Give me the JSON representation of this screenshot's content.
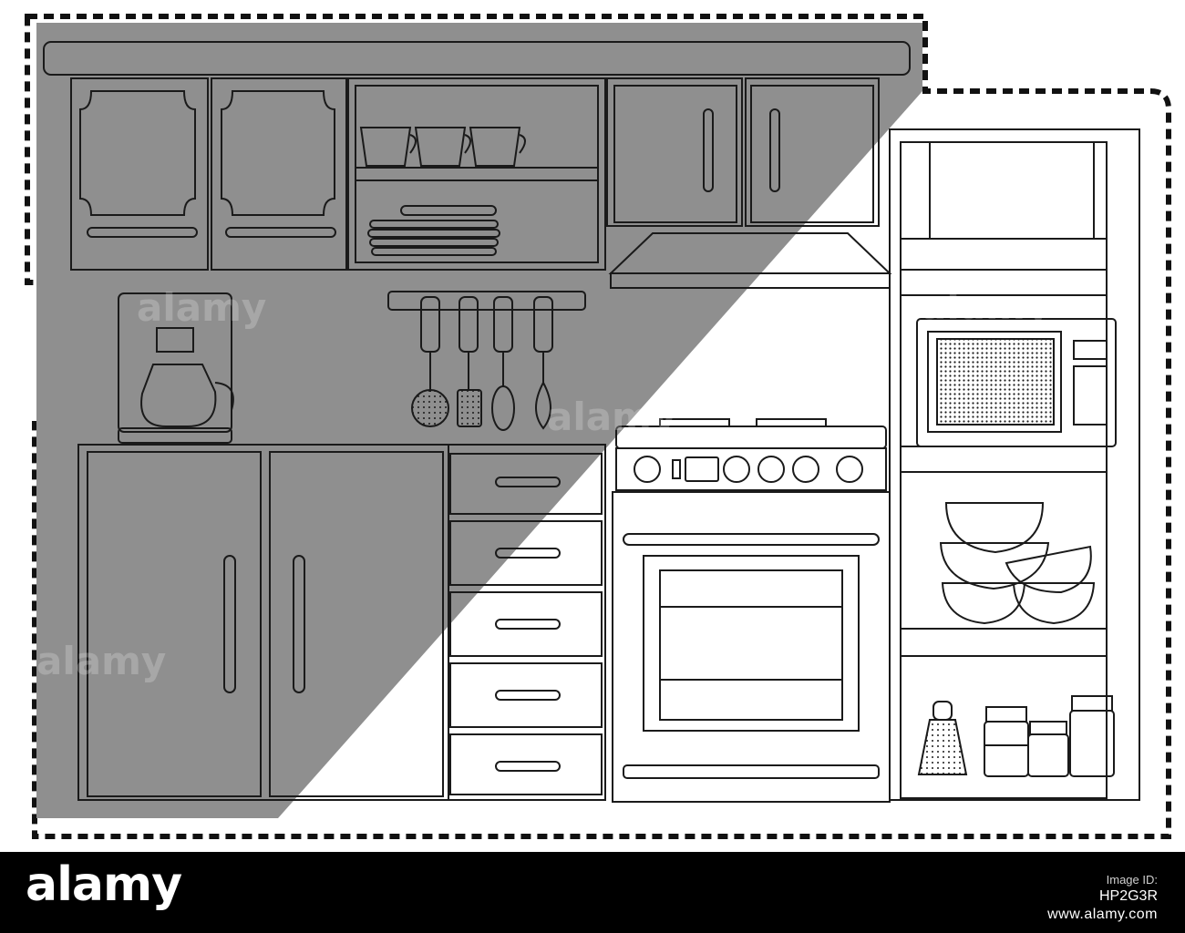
{
  "branding": {
    "logo_text": "alamy",
    "watermark_text": "alamy",
    "image_id_label": "Image ID:",
    "image_id": "HP2G3R",
    "url": "www.alamy.com"
  },
  "colors": {
    "shadow": "#8f8f8f",
    "line": "#1a1a1a",
    "fill": "#ffffff",
    "footer": "#000000"
  },
  "shelf_unit": {
    "label": "kitchen-shelving",
    "items": [
      "microwave-icon",
      "bowl-stack-icon",
      "grater-icon",
      "jar-icon"
    ]
  }
}
